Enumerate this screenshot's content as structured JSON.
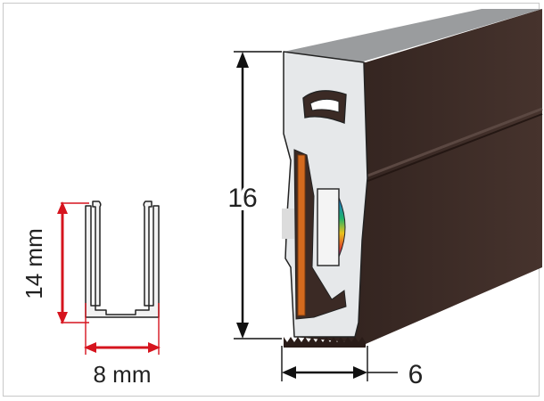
{
  "profile": {
    "height_label": "14 mm",
    "width_label": "8 mm"
  },
  "strip": {
    "height_label": "16",
    "width_label": "6"
  },
  "colors": {
    "dimension_red": "#d6141e",
    "body_dark": "#3b2a25",
    "silicone": "#e6e8ea",
    "profile_fill": "#f2f2f2"
  }
}
